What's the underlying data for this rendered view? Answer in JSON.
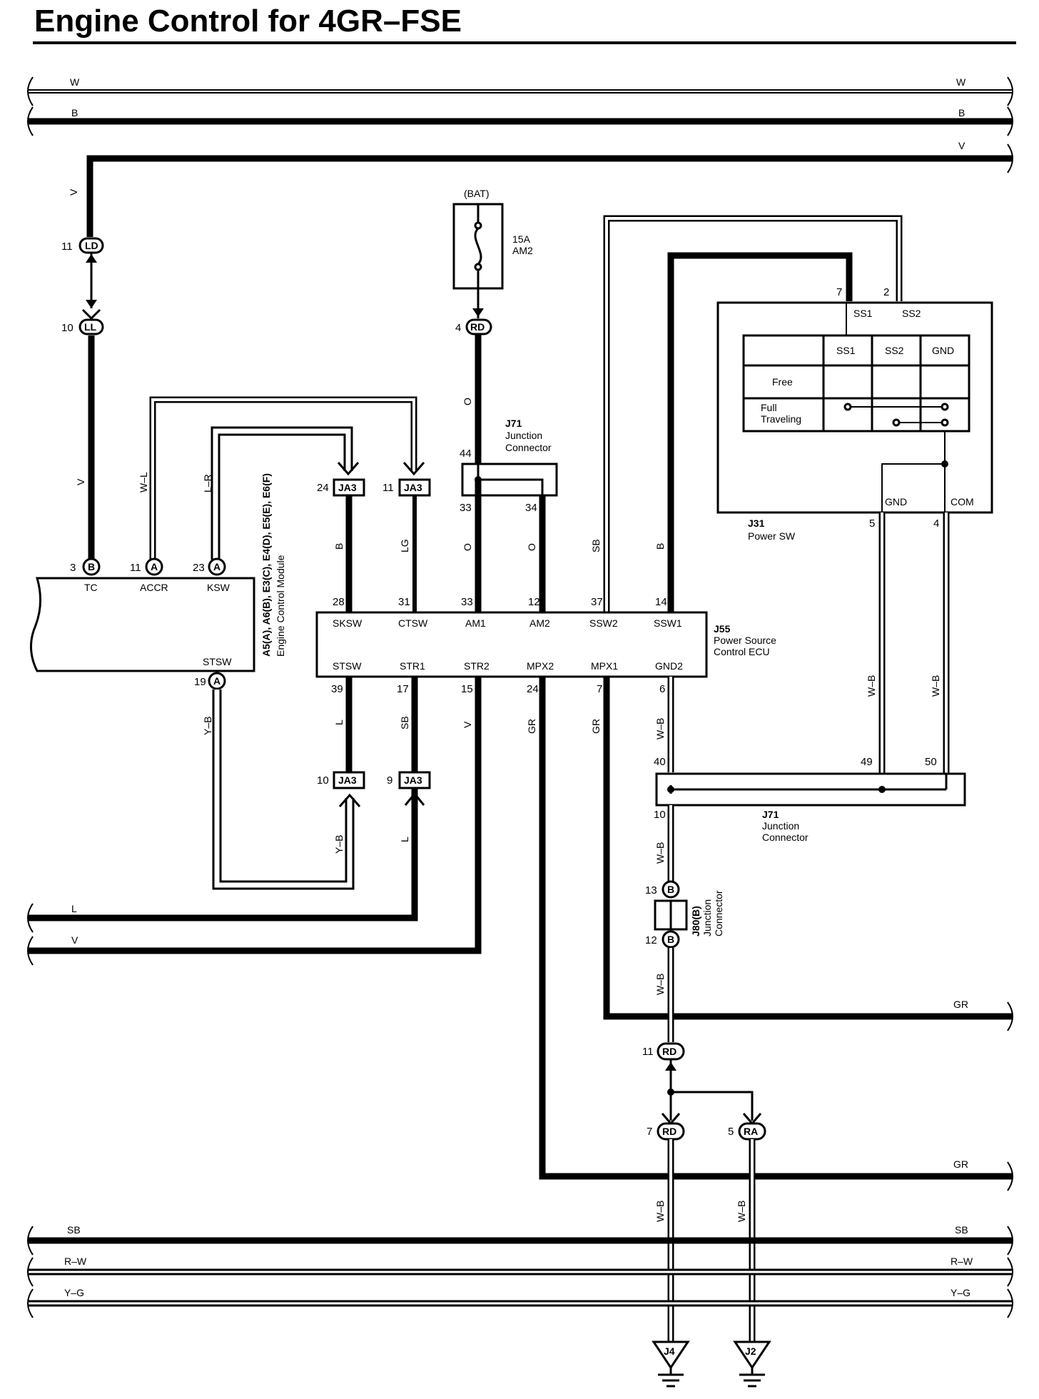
{
  "title": "Engine Control for 4GR–FSE",
  "buses": {
    "top": [
      {
        "name": "W",
        "label_left": "W",
        "label_right": "W"
      },
      {
        "name": "B",
        "label_left": "B",
        "label_right": "B"
      },
      {
        "name": "V",
        "label_right": "V"
      }
    ],
    "bottom": [
      {
        "name": "SB",
        "label_left": "SB",
        "label_right": "SB"
      },
      {
        "name": "R–W",
        "label_left": "R–W",
        "label_right": "R–W"
      },
      {
        "name": "Y–G",
        "label_left": "Y–G",
        "label_right": "Y–G"
      }
    ],
    "left_out": [
      {
        "label": "L"
      },
      {
        "label": "V"
      }
    ],
    "right_out": [
      {
        "label": "GR"
      },
      {
        "label": "GR"
      }
    ]
  },
  "connectors": {
    "ld": {
      "id": "LD",
      "pin": "11"
    },
    "ll": {
      "id": "LL",
      "pin": "10"
    },
    "rd4": {
      "id": "RD",
      "pin": "4"
    },
    "rd11": {
      "id": "RD",
      "pin": "11"
    },
    "rd7": {
      "id": "RD",
      "pin": "7"
    },
    "ra5": {
      "id": "RA",
      "pin": "5"
    },
    "ja3_24": {
      "id": "JA3",
      "pin": "24"
    },
    "ja3_11": {
      "id": "JA3",
      "pin": "11"
    },
    "ja3_10": {
      "id": "JA3",
      "pin": "10"
    },
    "ja3_9": {
      "id": "JA3",
      "pin": "9"
    },
    "j80_13": {
      "id": "B",
      "pin": "13"
    },
    "j80_12": {
      "id": "B",
      "pin": "12"
    }
  },
  "fuse": {
    "source": "(BAT)",
    "rating": "15A",
    "name": "AM2"
  },
  "ecm": {
    "designation": "A5(A), A6(B), E3(C), E4(D), E5(E), E6(F)",
    "name": "Engine Control Module",
    "pins": [
      {
        "pin": "3",
        "conn": "B",
        "name": "TC"
      },
      {
        "pin": "11",
        "conn": "A",
        "name": "ACCR"
      },
      {
        "pin": "23",
        "conn": "A",
        "name": "KSW"
      },
      {
        "pin": "19",
        "conn": "A",
        "name": "STSW"
      }
    ]
  },
  "ecu": {
    "id": "J55",
    "name_line1": "Power Source",
    "name_line2": "Control ECU",
    "top_pins": [
      {
        "pin": "28",
        "name": "SKSW"
      },
      {
        "pin": "31",
        "name": "CTSW"
      },
      {
        "pin": "33",
        "name": "AM1"
      },
      {
        "pin": "12",
        "name": "AM2"
      },
      {
        "pin": "37",
        "name": "SSW2"
      },
      {
        "pin": "14",
        "name": "SSW1"
      }
    ],
    "bottom_pins": [
      {
        "pin": "39",
        "name": "STSW"
      },
      {
        "pin": "17",
        "name": "STR1"
      },
      {
        "pin": "15",
        "name": "STR2"
      },
      {
        "pin": "24",
        "name": "MPX2"
      },
      {
        "pin": "7",
        "name": "MPX1"
      },
      {
        "pin": "6",
        "name": "GND2"
      }
    ]
  },
  "j71_top": {
    "id": "J71",
    "line1": "Junction",
    "line2": "Connector",
    "pins": [
      "44",
      "33",
      "34"
    ]
  },
  "j71_bottom": {
    "id": "J71",
    "line1": "Junction",
    "line2": "Connector",
    "pins": [
      "40",
      "10",
      "49",
      "50"
    ]
  },
  "j80": {
    "id": "J80(B)",
    "line1": "Junction",
    "line2": "Connector"
  },
  "power_sw": {
    "id": "J31",
    "name": "Power SW",
    "pins": [
      {
        "pin": "7",
        "name": "SS1"
      },
      {
        "pin": "2",
        "name": "SS2"
      },
      {
        "pin": "5",
        "name": "GND"
      },
      {
        "pin": "4",
        "name": "COM"
      }
    ],
    "table": {
      "headers": [
        "SS1",
        "SS2",
        "GND"
      ],
      "rows": [
        "Free",
        "Full Traveling"
      ],
      "row2_line1": "Full",
      "row2_line2": "Traveling"
    }
  },
  "wires": {
    "ld_v_top": "V",
    "ld_v_bottom": "V",
    "wl": "W–L",
    "lr": "L–R",
    "ja24_b": "B",
    "ja11_lg": "LG",
    "o_upper": "O",
    "am1_o": "O",
    "am2_o": "O",
    "sb": "SB",
    "b_ssw1": "B",
    "yb_left": "Y–B",
    "l39": "L",
    "sb17": "SB",
    "v15": "V",
    "gr24": "GR",
    "gr7": "GR",
    "wb6": "W–B",
    "yb_ja3": "Y–B",
    "l_ja3": "L",
    "wb_sw1": "W–B",
    "wb_sw2": "W–B",
    "wb_j71": "W–B",
    "wb_j80": "W–B",
    "wb_j4": "W–B",
    "wb_j2": "W–B"
  },
  "grounds": [
    {
      "id": "J4"
    },
    {
      "id": "J2"
    }
  ]
}
